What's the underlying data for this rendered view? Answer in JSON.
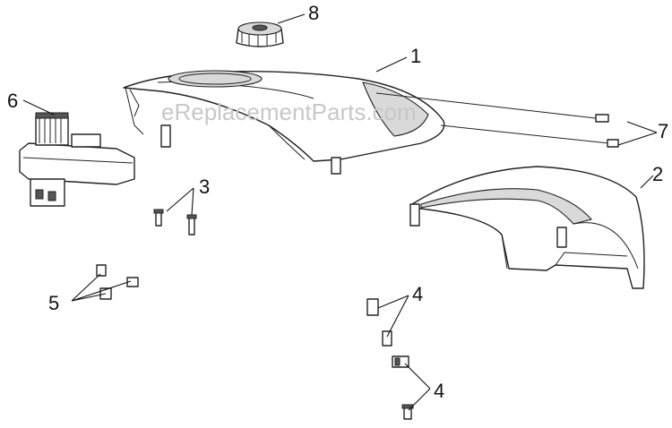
{
  "watermark": "eReplacementParts.com",
  "callouts": {
    "c1": "1",
    "c2": "2",
    "c3": "3",
    "c4a": "4",
    "c4b": "4",
    "c5": "5",
    "c6": "6",
    "c7": "7",
    "c8": "8"
  },
  "colors": {
    "line": "#222222",
    "shade": "#d9d9d9",
    "watermark": "#c8c8c8"
  }
}
